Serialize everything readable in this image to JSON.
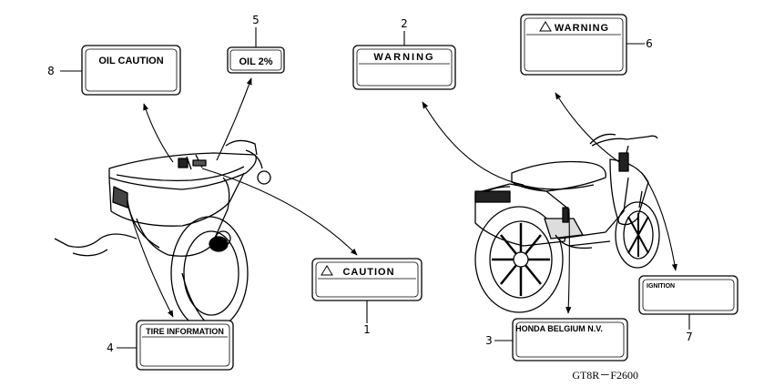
{
  "labels": [
    {
      "callout": "1",
      "text": "CAUTION",
      "warning_triangle": true
    },
    {
      "callout": "2",
      "text": "WARNING",
      "warning_triangle": false
    },
    {
      "callout": "3",
      "text": "HONDA BELGIUM N.V.",
      "warning_triangle": false
    },
    {
      "callout": "4",
      "text": "TIRE INFORMATION",
      "warning_triangle": false
    },
    {
      "callout": "5",
      "text": "OIL 2%",
      "warning_triangle": false
    },
    {
      "callout": "6",
      "text": "WARNING",
      "warning_triangle": true
    },
    {
      "callout": "7",
      "text": "IGNITION",
      "warning_triangle": false
    },
    {
      "callout": "8",
      "text": "OIL CAUTION",
      "warning_triangle": false
    }
  ],
  "diagram_code": "GT8R－F2600",
  "icons": [
    "warning-triangle-icon",
    "scooter-illustration",
    "scooter-rear-illustration"
  ]
}
